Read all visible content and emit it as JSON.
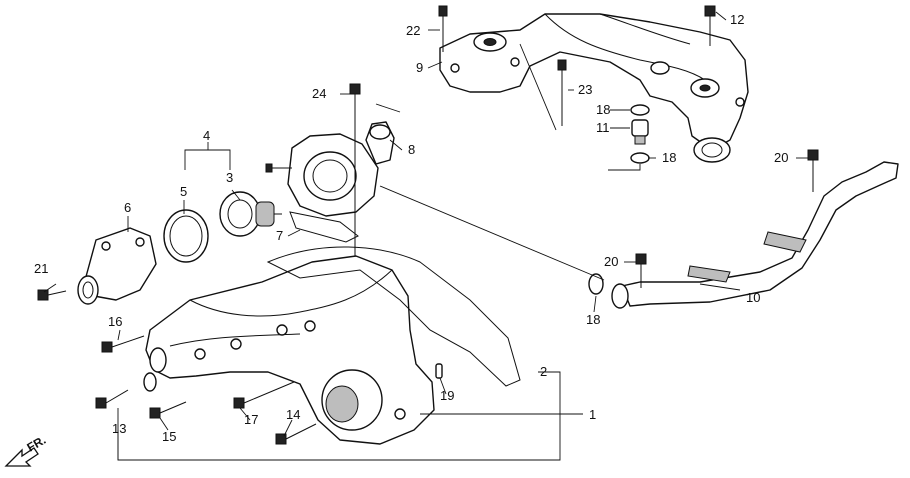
{
  "callouts": [
    {
      "id": "c1",
      "text": "1"
    },
    {
      "id": "c2",
      "text": "2"
    },
    {
      "id": "c3",
      "text": "3"
    },
    {
      "id": "c4",
      "text": "4"
    },
    {
      "id": "c5",
      "text": "5"
    },
    {
      "id": "c6",
      "text": "6"
    },
    {
      "id": "c7",
      "text": "7"
    },
    {
      "id": "c8",
      "text": "8"
    },
    {
      "id": "c9",
      "text": "9"
    },
    {
      "id": "c10",
      "text": "10"
    },
    {
      "id": "c11",
      "text": "11"
    },
    {
      "id": "c12",
      "text": "12"
    },
    {
      "id": "c13",
      "text": "13"
    },
    {
      "id": "c14",
      "text": "14"
    },
    {
      "id": "c15",
      "text": "15"
    },
    {
      "id": "c16",
      "text": "16"
    },
    {
      "id": "c17",
      "text": "17"
    },
    {
      "id": "c18a",
      "text": "18"
    },
    {
      "id": "c18b",
      "text": "18"
    },
    {
      "id": "c18c",
      "text": "18"
    },
    {
      "id": "c19",
      "text": "19"
    },
    {
      "id": "c20a",
      "text": "20"
    },
    {
      "id": "c20b",
      "text": "20"
    },
    {
      "id": "c21",
      "text": "21"
    },
    {
      "id": "c22",
      "text": "22"
    },
    {
      "id": "c23",
      "text": "23"
    },
    {
      "id": "c24",
      "text": "24"
    }
  ],
  "front_indicator": {
    "label": "FR.",
    "icon": "front-arrow-icon"
  }
}
